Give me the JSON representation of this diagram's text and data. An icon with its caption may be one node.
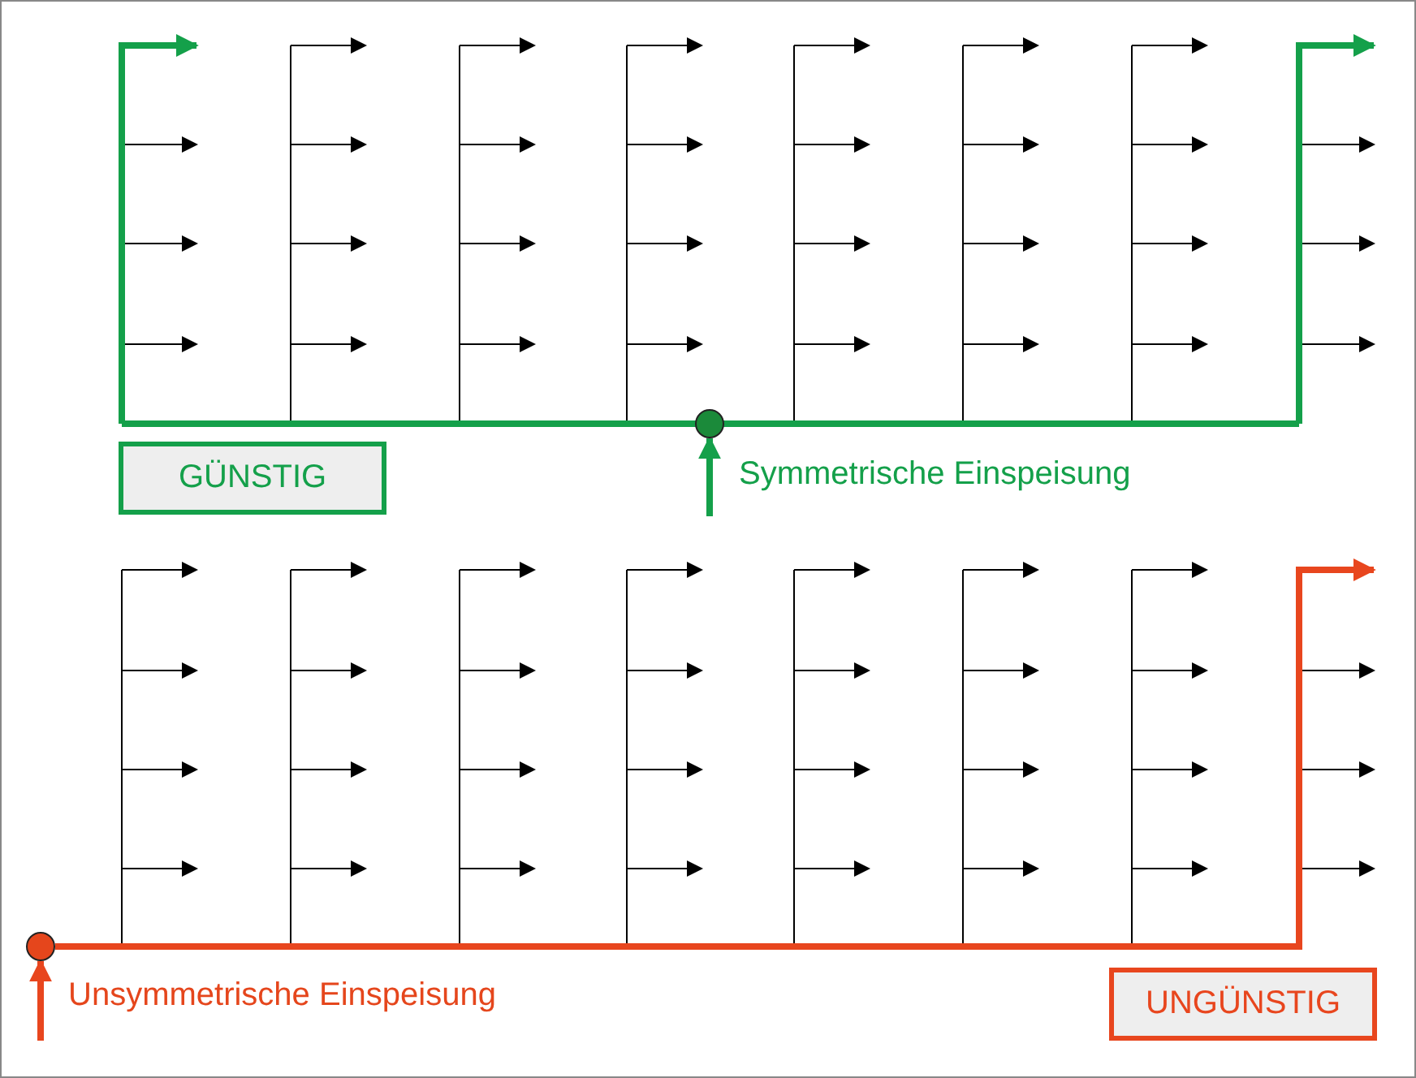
{
  "diagram": {
    "nodes": [
      {
        "text": [
          "GÜNSTIG"
        ]
      },
      {
        "text": [],
        "shape": "circle",
        "beside": [
          "Symmetrische Einspeisung"
        ]
      },
      {
        "text": [],
        "shape": "circle",
        "beside": [
          "Unsymmetrische Einspeisung"
        ]
      },
      {
        "text": [
          "UNGÜNSTIG"
        ]
      }
    ],
    "edges": [
      {
        "from": null,
        "to": 1,
        "arrow": "to",
        "color": "#14a04a"
      },
      {
        "from": null,
        "to": 2,
        "arrow": "to",
        "color": "#e8461e"
      },
      {
        "from": 2,
        "to": null,
        "arrow": "to",
        "color": "#e8461e"
      }
    ]
  }
}
